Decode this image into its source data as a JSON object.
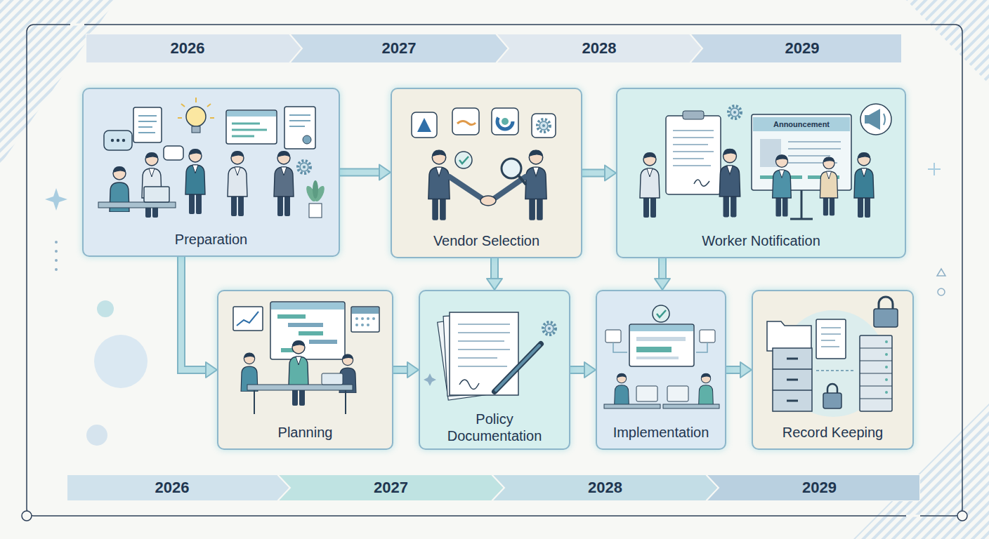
{
  "diagram": {
    "nodes": [
      {
        "text": [
          "2026"
        ]
      },
      {
        "text": [
          "2027"
        ]
      },
      {
        "text": [
          "2028"
        ]
      },
      {
        "text": [
          "2029"
        ]
      },
      {
        "text": [
          "Preparation"
        ]
      },
      {
        "text": [
          "Vendor Selection"
        ]
      },
      {
        "text": [
          "Worker Notification"
        ]
      },
      {
        "text": [
          "Planning"
        ]
      },
      {
        "text": [
          "Policy Documentation"
        ]
      },
      {
        "text": [
          "Implementation"
        ]
      },
      {
        "text": [
          "Record Keeping"
        ]
      },
      {
        "text": [
          "2026"
        ]
      },
      {
        "text": [
          "2027"
        ]
      },
      {
        "text": [
          "2028"
        ]
      },
      {
        "text": [
          "2029"
        ]
      }
    ],
    "edges": [
      {
        "from": 4,
        "to": 5,
        "arrow": "to"
      },
      {
        "from": 5,
        "to": 6,
        "arrow": "to"
      },
      {
        "from": 4,
        "to": 7,
        "arrow": "to"
      },
      {
        "from": 5,
        "to": 8,
        "arrow": "to"
      },
      {
        "from": 6,
        "to": 9,
        "arrow": "to"
      },
      {
        "from": 7,
        "to": 8,
        "arrow": "to"
      },
      {
        "from": 8,
        "to": 9,
        "arrow": "to"
      },
      {
        "from": 9,
        "to": 10,
        "arrow": "to"
      }
    ],
    "labels": [
      "Announcement"
    ]
  }
}
